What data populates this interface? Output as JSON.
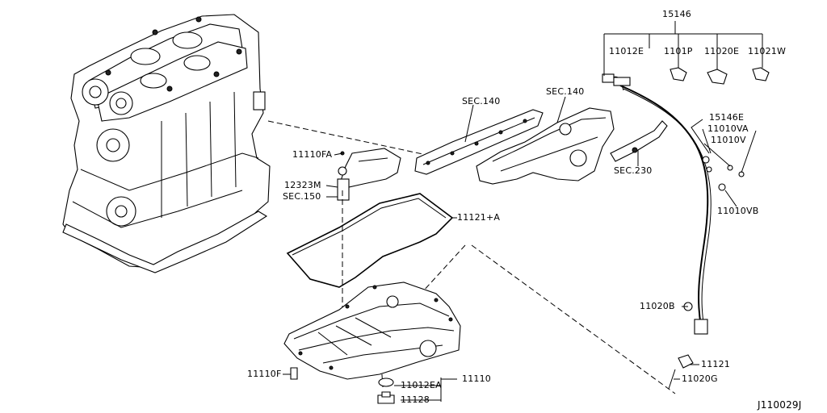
{
  "diagram_id": "J110029J",
  "labels": {
    "kit": "15146",
    "l11012e": "11012E",
    "l1101p": "1101P",
    "l11020e": "11020E",
    "l11021w": "11021W",
    "sec140a": "SEC.140",
    "sec140b": "SEC.140",
    "l15146e": "15146E",
    "l11010va": "11010VA",
    "l11010v": "11010V",
    "sec230": "SEC.230",
    "l11010vb": "11010VB",
    "l11110fa": "11110FA",
    "l12323m": "12323M",
    "sec150": "SEC.150",
    "l11121a": "11121+A",
    "l11020b": "11020B",
    "l11121": "11121",
    "l11020g": "11020G",
    "l11110f": "11110F",
    "l11110": "11110",
    "l11012ea": "11012EA",
    "l11128": "11128"
  }
}
